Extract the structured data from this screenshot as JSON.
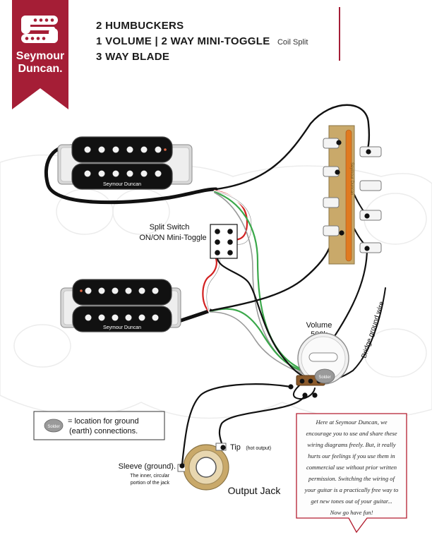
{
  "logo": {
    "line1": "Seymour",
    "line2": "Duncan."
  },
  "header": {
    "line1": "2 HUMBUCKERS",
    "line2": "1 VOLUME | 2 WAY MINI-TOGGLE",
    "line2_suffix": "Coil Split",
    "line3": "3 WAY BLADE"
  },
  "pickups": {
    "neck_brand": "Seymour Duncan",
    "bridge_brand": "Seymour Duncan"
  },
  "blade_switch": {
    "label": "Seymour Duncan"
  },
  "split_switch": {
    "label_line1": "Split Switch",
    "label_line2": "ON/ON Mini-Toggle"
  },
  "volume": {
    "label": "Volume",
    "value": "500k",
    "solder_text": "Solder"
  },
  "bridge_ground_label": "Bridge ground wire",
  "legend": {
    "solder_text": "Solder",
    "line1": "= location for ground",
    "line2": "(earth) connections."
  },
  "jack": {
    "tip_label": "Tip",
    "tip_note": "(hot output)",
    "sleeve_label": "Sleeve (ground).",
    "sleeve_note1": "The inner, circular",
    "sleeve_note2": "portion of the jack",
    "name": "Output Jack"
  },
  "note": {
    "lines": [
      "Here at Seymour Duncan, we",
      "encourage you to use and share these",
      "wiring diagrams freely. But, it really",
      "hurts our feelings if you use them in",
      "commercial use without prior written",
      "permission. Switching the wiring of",
      "your guitar is a practically free way to",
      "get new tones out of your guitar...",
      "Now go have fun!"
    ]
  },
  "colors": {
    "brand_red": "#a51e36",
    "brass": "#c9a96a",
    "wire_black": "#111111",
    "wire_red": "#d22020",
    "wire_green": "#3aa84a",
    "wire_white": "#ffffff",
    "wire_bare": "#9a9a9a"
  }
}
